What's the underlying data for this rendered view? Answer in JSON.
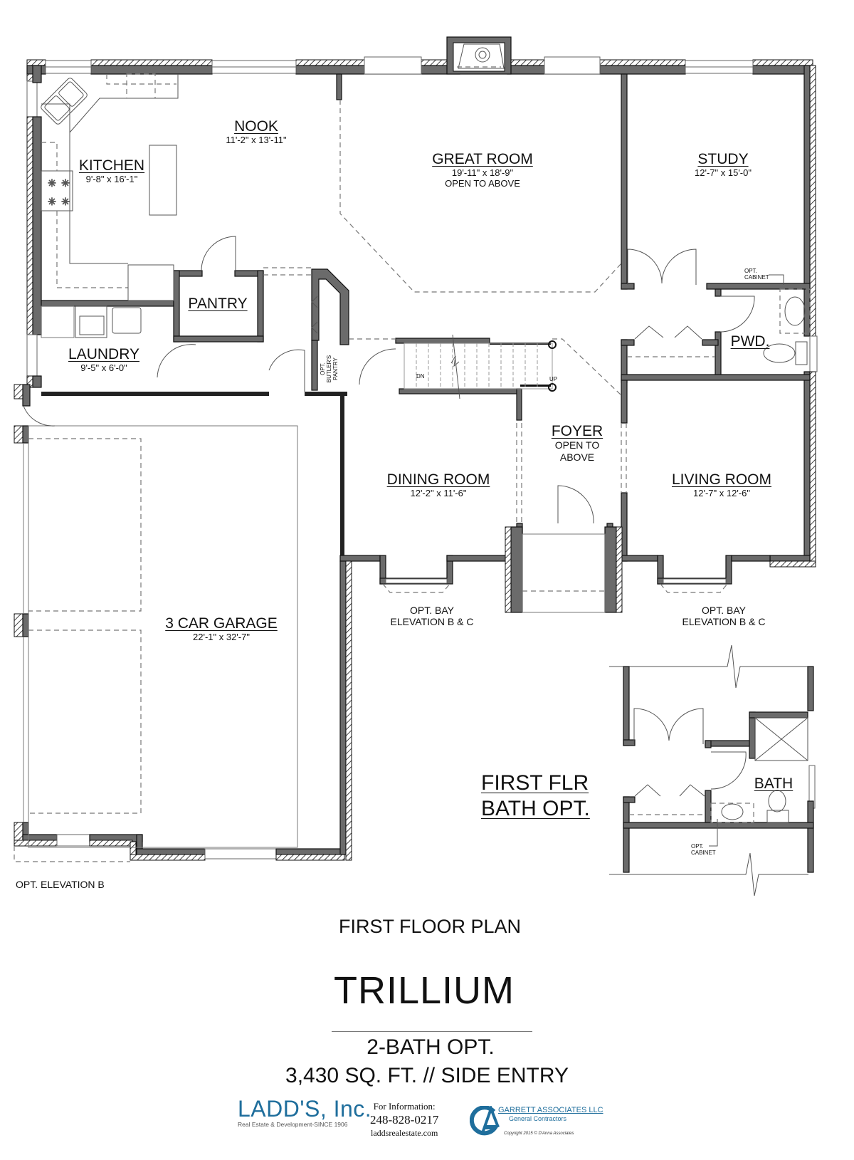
{
  "plan": {
    "title": "FIRST FLOOR PLAN",
    "model_name": "TRILLIUM",
    "option": "2-BATH OPT.",
    "summary": "3,430 SQ. FT. // SIDE ENTRY"
  },
  "rooms": {
    "nook": {
      "name": "NOOK",
      "dims": "11'-2\" x 13'-11\""
    },
    "kitchen": {
      "name": "KITCHEN",
      "dims": "9'-8\" x 16'-1\""
    },
    "great_room": {
      "name": "GREAT ROOM",
      "dims": "19'-11\" x 18'-9\"",
      "note": "OPEN TO ABOVE"
    },
    "study": {
      "name": "STUDY",
      "dims": "12'-7\" x 15'-0\""
    },
    "pantry": {
      "name": "PANTRY"
    },
    "laundry": {
      "name": "LAUNDRY",
      "dims": "9'-5\" x 6'-0\""
    },
    "butlers_pantry": {
      "line1": "OPT.",
      "line2": "BUTLER'S",
      "line3": "PANTRY"
    },
    "powder": {
      "name": "PWD."
    },
    "foyer": {
      "name": "FOYER",
      "note1": "OPEN TO",
      "note2": "ABOVE"
    },
    "dining_room": {
      "name": "DINING ROOM",
      "dims": "12'-2\" x 11'-6\""
    },
    "living_room": {
      "name": "LIVING ROOM",
      "dims": "12'-7\" x 12'-6\""
    },
    "garage": {
      "name": "3 CAR GARAGE",
      "dims": "22'-1\" x 32'-7\""
    }
  },
  "annotations": {
    "opt_cabinet_1": "OPT.",
    "opt_cabinet_2": "CABINET",
    "stair_down": "DN",
    "stair_up": "UP",
    "dining_bay_1": "OPT. BAY",
    "dining_bay_2": "ELEVATION B & C",
    "living_bay_1": "OPT. BAY",
    "living_bay_2": "ELEVATION B & C",
    "opt_elevation_b": "OPT. ELEVATION B"
  },
  "bath_option": {
    "title_line1": "FIRST FLR",
    "title_line2": "BATH OPT.",
    "room_name": "BATH",
    "cabinet_1": "OPT.",
    "cabinet_2": "CABINET"
  },
  "footer": {
    "ladds": {
      "name": "LADD'S, Inc.",
      "tagline": "Real Estate & Development-SINCE 1906",
      "color": "#1f6e9c"
    },
    "info": {
      "heading": "For Information:",
      "phone": "248-828-0217",
      "website": "laddsrealestate.com"
    },
    "garrett": {
      "logo_letters": "GA",
      "name": "GARRETT ASSOCIATES LLC",
      "subtitle": "General Contractors",
      "color": "#1f6e9c"
    },
    "copyright": "Copyright 2015 © D'Anna Associates"
  },
  "colors": {
    "wall_fill": "#6b6b6b",
    "line": "#111111",
    "background": "#ffffff"
  }
}
